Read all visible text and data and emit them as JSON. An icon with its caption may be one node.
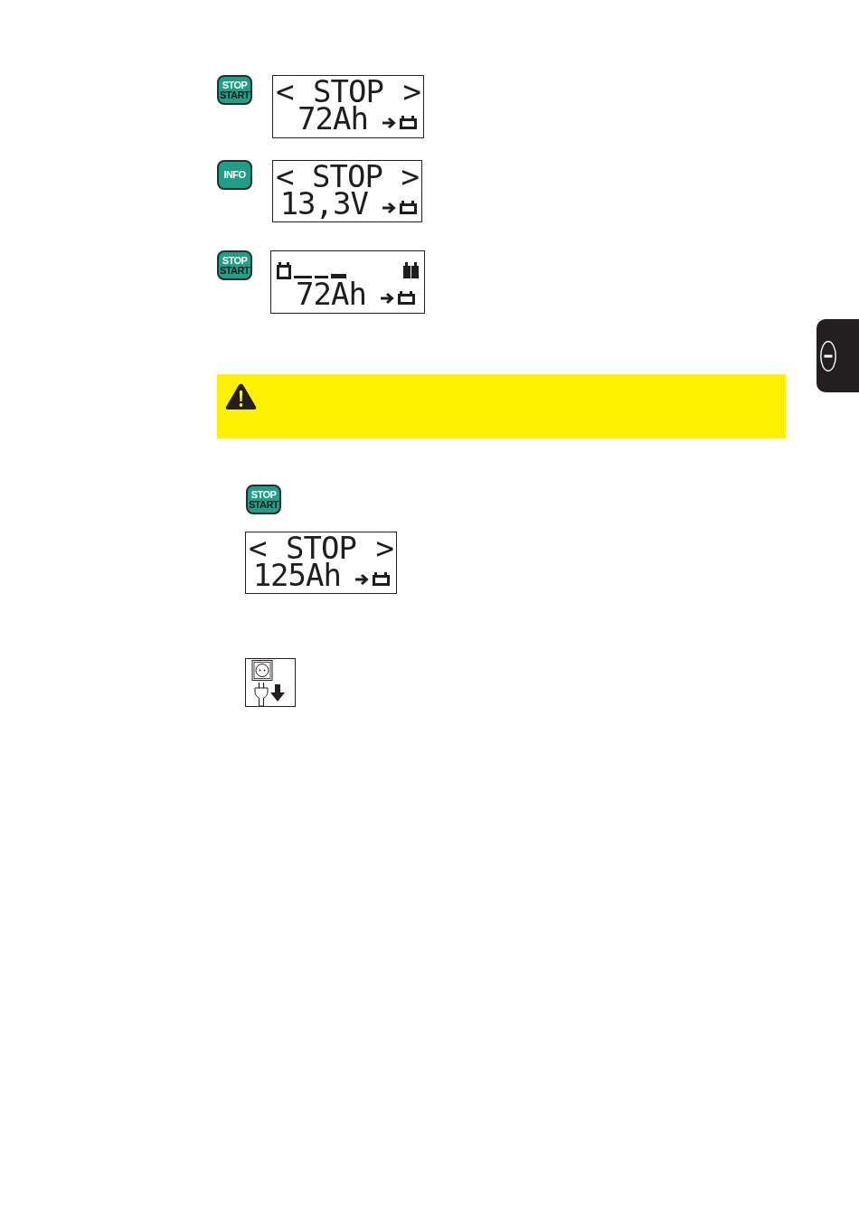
{
  "diagram": {
    "nodes": [
      {
        "text": [
          "STOP",
          "START"
        ]
      },
      {
        "text": [
          "< STOP >",
          "72Ah"
        ]
      },
      {
        "text": [
          "INFO"
        ]
      },
      {
        "text": [
          "< STOP >",
          "13,3V"
        ]
      },
      {
        "text": [
          "STOP",
          "START"
        ]
      },
      {
        "text": [
          "72Ah"
        ]
      },
      {
        "text": [
          "STOP",
          "START"
        ]
      },
      {
        "text": [
          "< STOP >",
          "125Ah"
        ]
      }
    ]
  }
}
